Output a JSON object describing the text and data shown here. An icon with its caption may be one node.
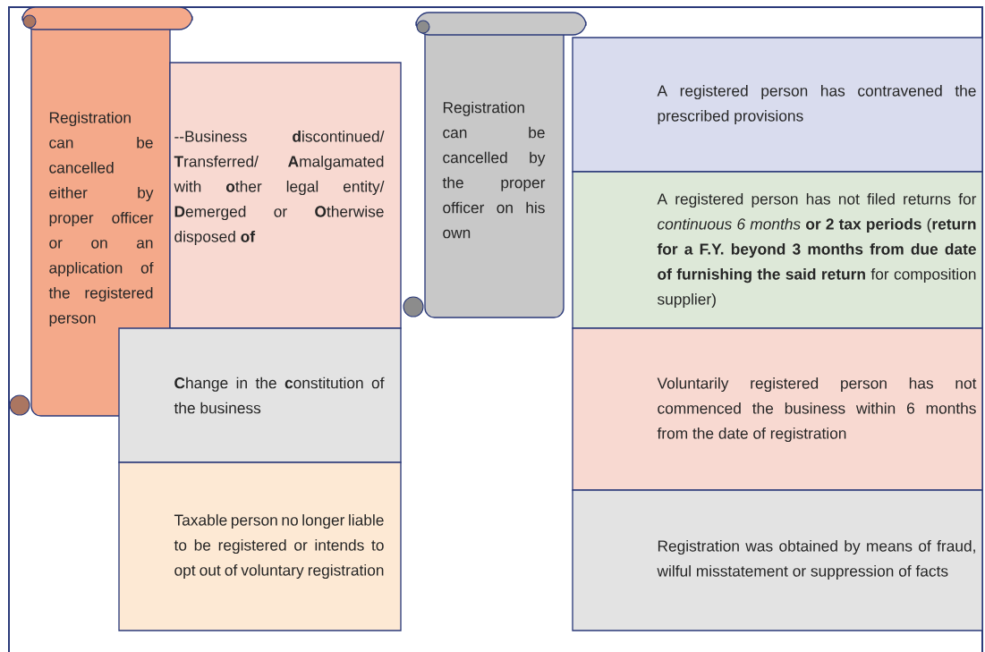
{
  "diagram": {
    "nodes": [
      {
        "text": [
          "Registration can be cancelled either by proper officer or on an application of the registered person"
        ]
      },
      {
        "text": [
          "--Business **d**iscontinued/ **T**ransferred/ **A**malgamated with **o**ther legal entity/ **D**emerged or **O**therwise disposed **of**"
        ]
      },
      {
        "text": [
          "**C**hange in the **c**onstitution of the business"
        ]
      },
      {
        "text": [
          "Taxable person no longer liable to be registered or intends to opt out of voluntary registration"
        ]
      },
      {
        "text": [
          "Registration can be cancelled by the proper officer on his own"
        ]
      },
      {
        "text": [
          "A registered person has contravened the prescribed provisions"
        ]
      },
      {
        "text": [
          "A registered person has not filed returns for *continuous 6 months* **or 2 tax periods** (**return for a F.Y. beyond 3 months from due date of furnishing the said return** for composition supplier)"
        ]
      },
      {
        "text": [
          "Voluntarily registered person has not commenced the business within 6 months from the date of registration"
        ]
      },
      {
        "text": [
          "Registration was obtained by means of fraud, wilful misstatement or suppression of facts"
        ]
      }
    ]
  }
}
